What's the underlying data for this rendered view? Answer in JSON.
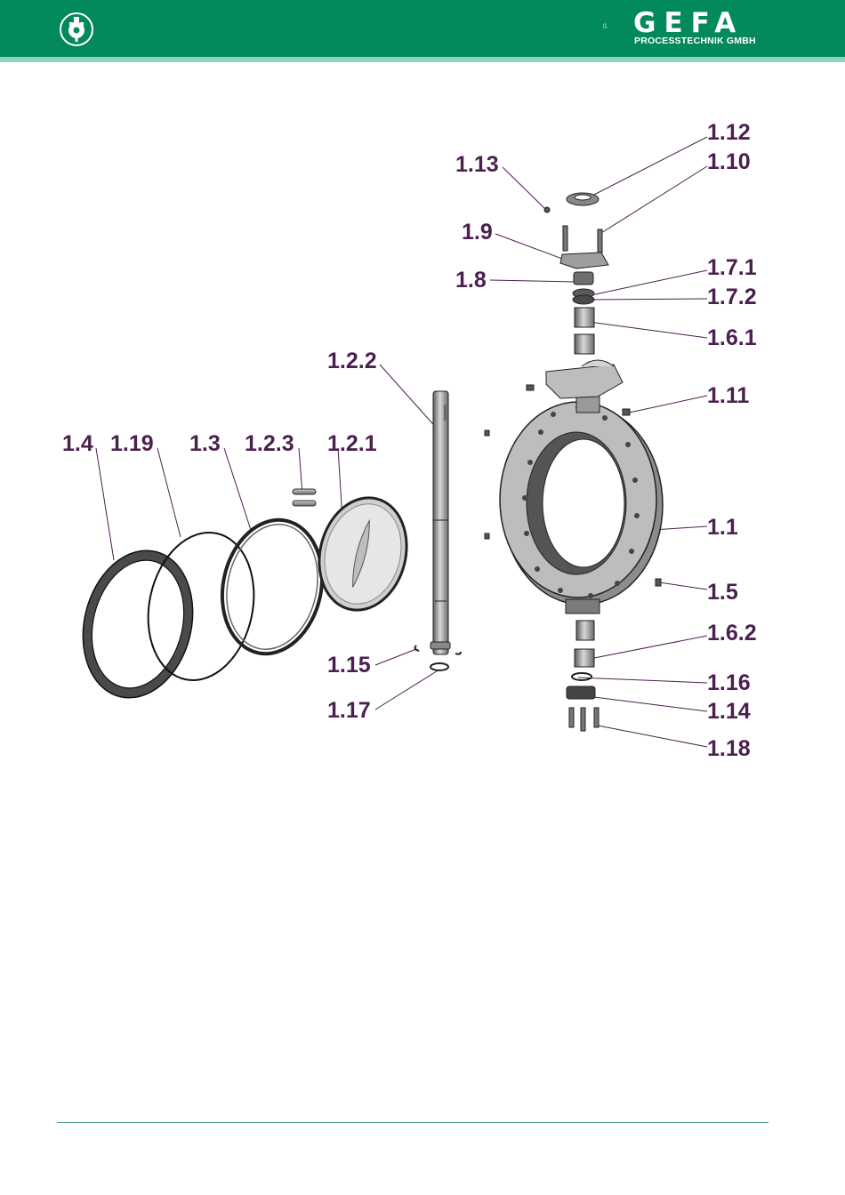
{
  "header": {
    "emblem_icon": "gear-emblem-icon",
    "brand_icon": "gefa-g-logo-icon",
    "brand_name": "GEFA",
    "brand_sub": "PROCESSTECHNIK GMBH",
    "colors": {
      "band": "#02895e",
      "band_line": "#8fd2bd",
      "label": "#4b1f4f"
    }
  },
  "labels": {
    "l1_12": "1.12",
    "l1_10": "1.10",
    "l1_13": "1.13",
    "l1_9": "1.9",
    "l1_8": "1.8",
    "l1_7_1": "1.7.1",
    "l1_7_2": "1.7.2",
    "l1_6_1": "1.6.1",
    "l1_2_2": "1.2.2",
    "l1_11": "1.11",
    "l1_4": "1.4",
    "l1_19": "1.19",
    "l1_3": "1.3",
    "l1_2_3": "1.2.3",
    "l1_2_1": "1.2.1",
    "l1_1": "1.1",
    "l1_5": "1.5",
    "l1_6_2": "1.6.2",
    "l1_15": "1.15",
    "l1_16": "1.16",
    "l1_14": "1.14",
    "l1_17": "1.17",
    "l1_18": "1.18"
  }
}
